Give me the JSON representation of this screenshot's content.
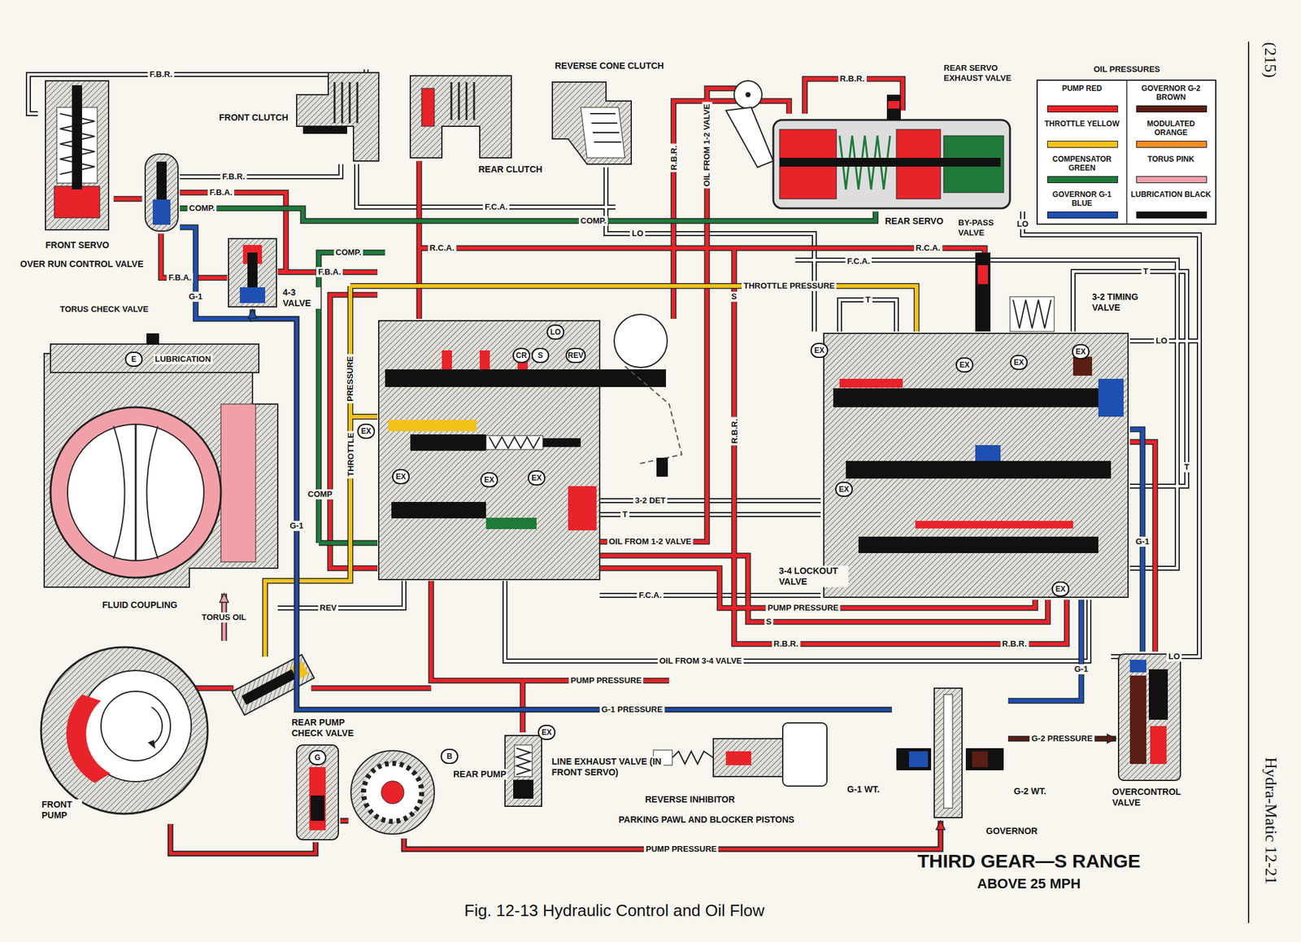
{
  "diagram": {
    "title": "THIRD GEAR—S RANGE",
    "caption": "Fig. 12-13 Hydraulic Control and Oil Flow",
    "nodes": [
      {
        "text": [
          "FRONT SERVO"
        ]
      },
      {
        "text": [
          "OVER RUN CONTROL VALVE"
        ]
      },
      {
        "text": [
          "FRONT CLUTCH"
        ]
      },
      {
        "text": [
          "REAR CLUTCH"
        ]
      },
      {
        "text": [
          "REVERSE CONE CLUTCH"
        ]
      },
      {
        "text": [
          "REAR SERVO"
        ]
      },
      {
        "text": [
          "4-3 VALVE"
        ]
      },
      {
        "text": [
          "3-2 TIMING VALVE",
          "3-4 LOCKOUT VALVE"
        ]
      },
      {
        "text": [
          "FLUID COUPLING"
        ]
      },
      {
        "text": [
          "FRONT PUMP"
        ]
      },
      {
        "text": [
          "REAR PUMP CHECK VALVE"
        ]
      },
      {
        "text": [
          "REAR PUMP"
        ]
      },
      {
        "text": [
          "LINE EXHAUST VALVE (IN FRONT SERVO)"
        ]
      },
      {
        "text": [
          "REVERSE INHIBITOR",
          "PARKING PAWL AND BLOCKER PISTONS"
        ]
      },
      {
        "text": [
          "G-1 WT.",
          "G-2 WT.",
          "GOVERNOR"
        ]
      },
      {
        "text": [
          "OVERCONTROL VALVE"
        ]
      }
    ],
    "edges": [
      {
        "from": 9,
        "to": 8,
        "label": "TORUS OIL",
        "arrow": "to"
      },
      {
        "from": 11,
        "to": 14,
        "label": "PUMP PRESSURE",
        "arrow": "to"
      },
      {
        "from": 14,
        "to": 15,
        "label": "G-2 PRESSURE",
        "arrow": "to"
      },
      {
        "from": 14,
        "to": 6,
        "label": "G-1 PRESSURE",
        "arrow": "to"
      },
      {
        "from": 10,
        "to": 11,
        "arrow": "none"
      },
      {
        "from": 9,
        "to": 10,
        "arrow": "none"
      }
    ],
    "labels": [
      "(215)",
      "F.B.R.",
      "R.B.R.",
      "REAR SERVO EXHAUST VALVE",
      "OIL PRESSURES",
      "R.B.R.",
      "OIL FROM 1-2 VALVE",
      "F.B.R.",
      "F.B.A.",
      "COMP.",
      "F.C.A.",
      "COMP.",
      "LO",
      "BY-PASS VALVE",
      "LO",
      "R.C.A.",
      "COMP.",
      "R.C.A.",
      "F.C.A.",
      "T",
      "F.B.A.",
      "F.B.A.",
      "THROTTLE PRESSURE",
      "S",
      "G-1",
      "T",
      "TORUS CHECK VALVE",
      "LO",
      "CR",
      "S",
      "LO",
      "REV",
      "EX",
      "EX",
      "EX",
      "EX",
      "E",
      "LUBRICATION",
      "PRESSURE",
      "EX",
      "R.B.R.",
      "THROTTLE",
      "T",
      "EX",
      "EX",
      "EX",
      "EX",
      "COMP",
      "3-2 DET",
      "T",
      "G-1",
      "OIL FROM 1-2 VALVE",
      "G-1",
      "EX",
      "F.C.A.",
      "REV",
      "PUMP PRESSURE",
      "S",
      "R.B.R.",
      "R.B.R.",
      "OIL FROM 3-4 VALVE",
      "LO",
      "G-1",
      "PUMP PRESSURE",
      "EX",
      "B",
      "G",
      "ABOVE 25 MPH",
      "Hydra-Matic 12-21"
    ],
    "legend": [
      {
        "text": "PUMP RED",
        "color": "#e8232a"
      },
      {
        "text": "GOVERNOR G-2 BROWN",
        "color": "#5a1e14"
      },
      {
        "text": "THROTTLE YELLOW",
        "color": "#f2c21b"
      },
      {
        "text": "MODULATED ORANGE",
        "color": "#f28c28"
      },
      {
        "text": "COMPENSATOR GREEN",
        "color": "#1f7a3a"
      },
      {
        "text": "TORUS PINK",
        "color": "#f2a0a8"
      },
      {
        "text": "GOVERNOR G-1 BLUE",
        "color": "#1f4fb0"
      },
      {
        "text": "LUBRICATION BLACK",
        "color": "#111111"
      }
    ]
  }
}
